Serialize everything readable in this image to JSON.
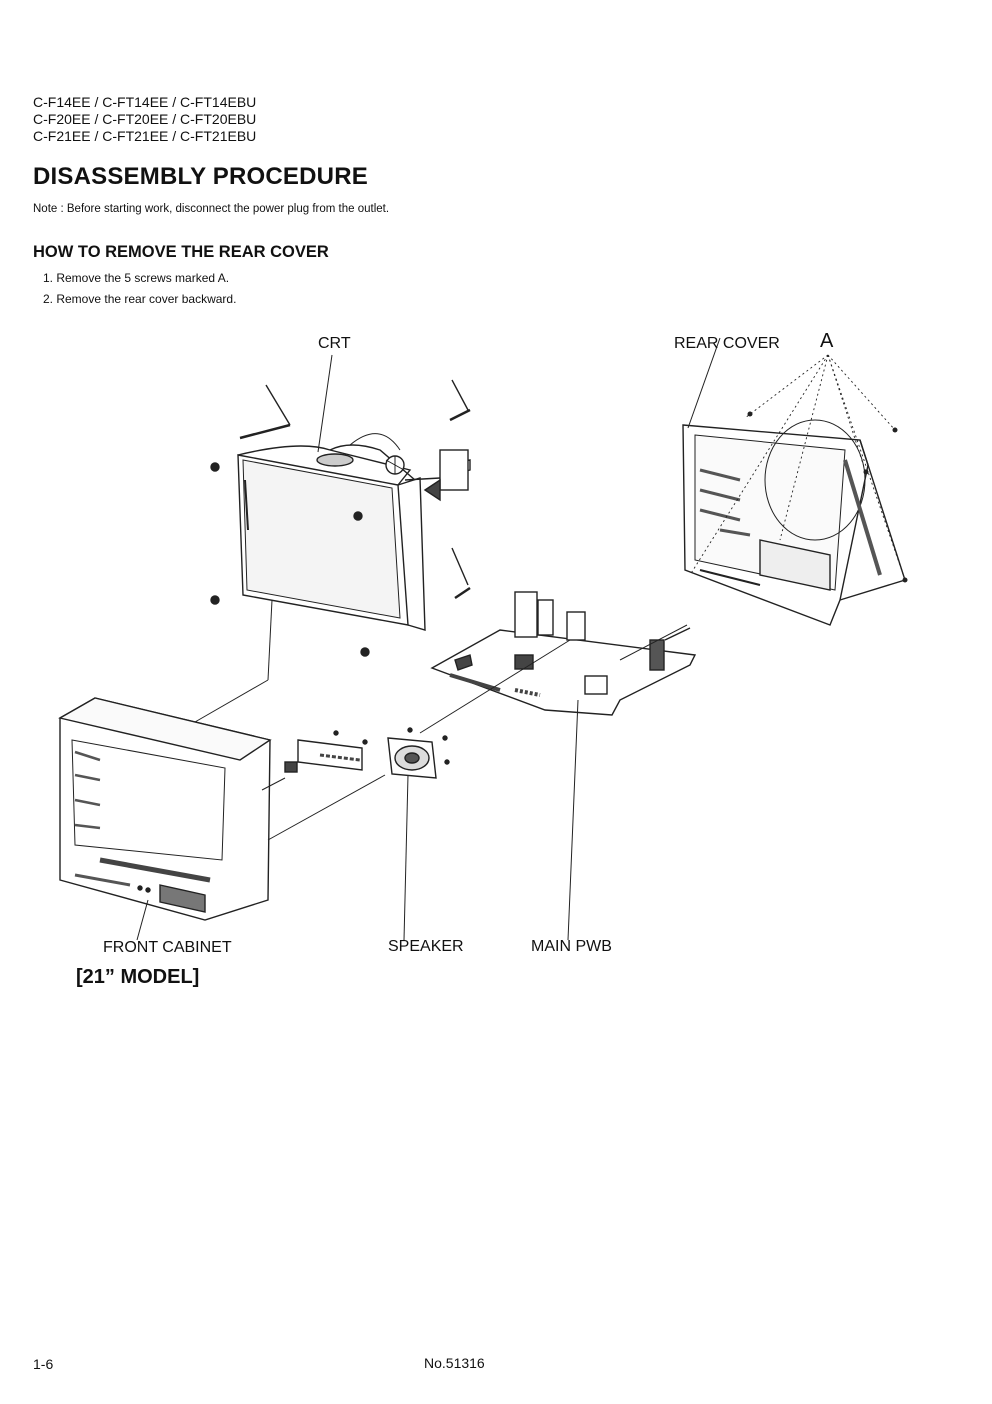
{
  "header": {
    "models": [
      "C-F14EE / C-FT14EE / C-FT14EBU",
      "C-F20EE / C-FT20EE / C-FT20EBU",
      "C-F21EE / C-FT21EE / C-FT21EBU"
    ]
  },
  "title": "DISASSEMBLY PROCEDURE",
  "note": "Note : Before starting work, disconnect the power plug from the outlet.",
  "section": {
    "heading": "HOW TO REMOVE THE REAR COVER",
    "steps": [
      "1. Remove the 5 screws marked  A.",
      "2. Remove the rear cover backward."
    ]
  },
  "diagram": {
    "labels": {
      "crt": "CRT",
      "rear_cover": "REAR COVER",
      "screw_marker": "A",
      "front_cabinet": "FRONT CABINET",
      "speaker": "SPEAKER",
      "main_pwb": "MAIN PWB"
    },
    "model_tag": "[21” MODEL]"
  },
  "footer": {
    "page": "1-6",
    "doc_number": "No.51316"
  }
}
